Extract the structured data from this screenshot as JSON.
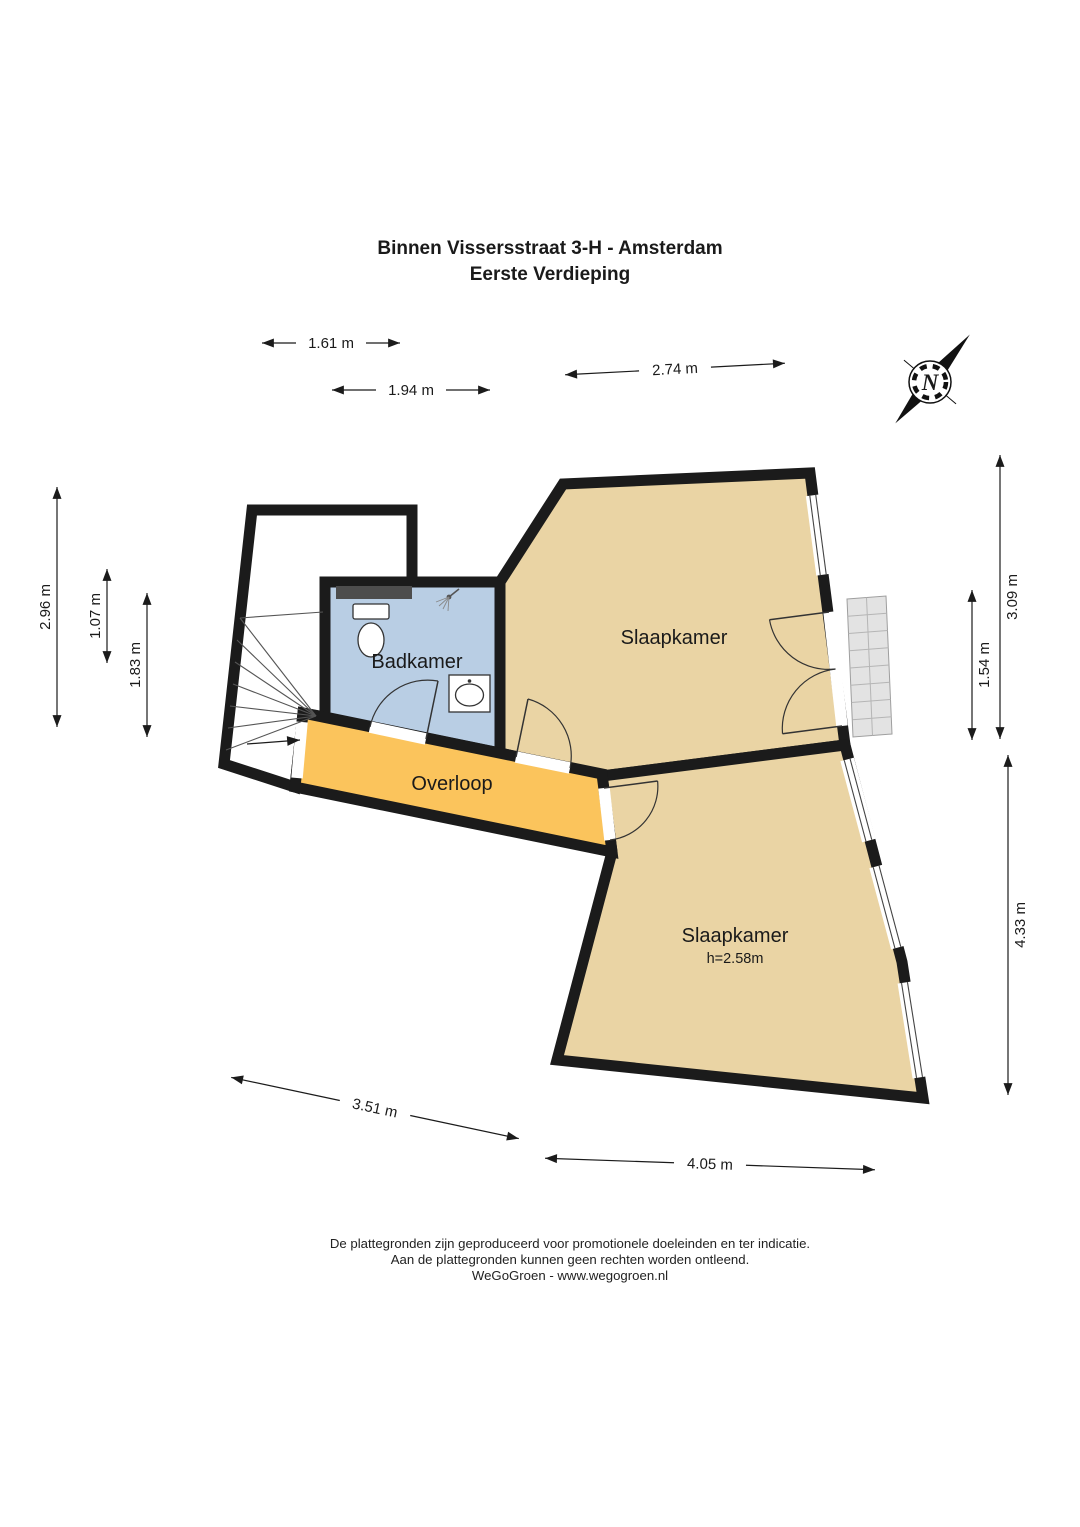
{
  "title": {
    "line1": "Binnen Vissersstraat 3-H - Amsterdam",
    "line2": "Eerste Verdieping"
  },
  "compass": {
    "label": "N"
  },
  "rooms": {
    "badkamer": {
      "label": "Badkamer"
    },
    "slaapkamer_boven": {
      "label": "Slaapkamer"
    },
    "overloop": {
      "label": "Overloop"
    },
    "slaapkamer_onder": {
      "label": "Slaapkamer",
      "ceiling_height": "h=2.58m"
    }
  },
  "dimensions": {
    "stair_top_width": "1.61 m",
    "badkamer_width": "1.94 m",
    "slaapkamer_boven_width": "2.74 m",
    "left_outer_height": "2.96 m",
    "left_mid_height": "1.07 m",
    "left_inner_height": "1.83 m",
    "right_inner_height": "1.54 m",
    "right_top_height": "3.09 m",
    "right_bottom_height": "4.33 m",
    "bottom_left_width": "3.51 m",
    "bottom_right_width": "4.05 m"
  },
  "footer": {
    "line1": "De plattegronden zijn geproduceerd voor promotionele doeleinden en ter indicatie.",
    "line2": "Aan de plattegronden kunnen geen rechten worden ontleend.",
    "line3": "WeGoGroen -  www.wegogroen.nl"
  },
  "colors": {
    "wall": "#1b1b1b",
    "room_tan": "#EAD4A4",
    "hall_orange": "#FBC45C",
    "bath_blue": "#B9CEE4",
    "stair_fill": "#FFFFFF",
    "balcony_grey": "#E3E3E3"
  }
}
